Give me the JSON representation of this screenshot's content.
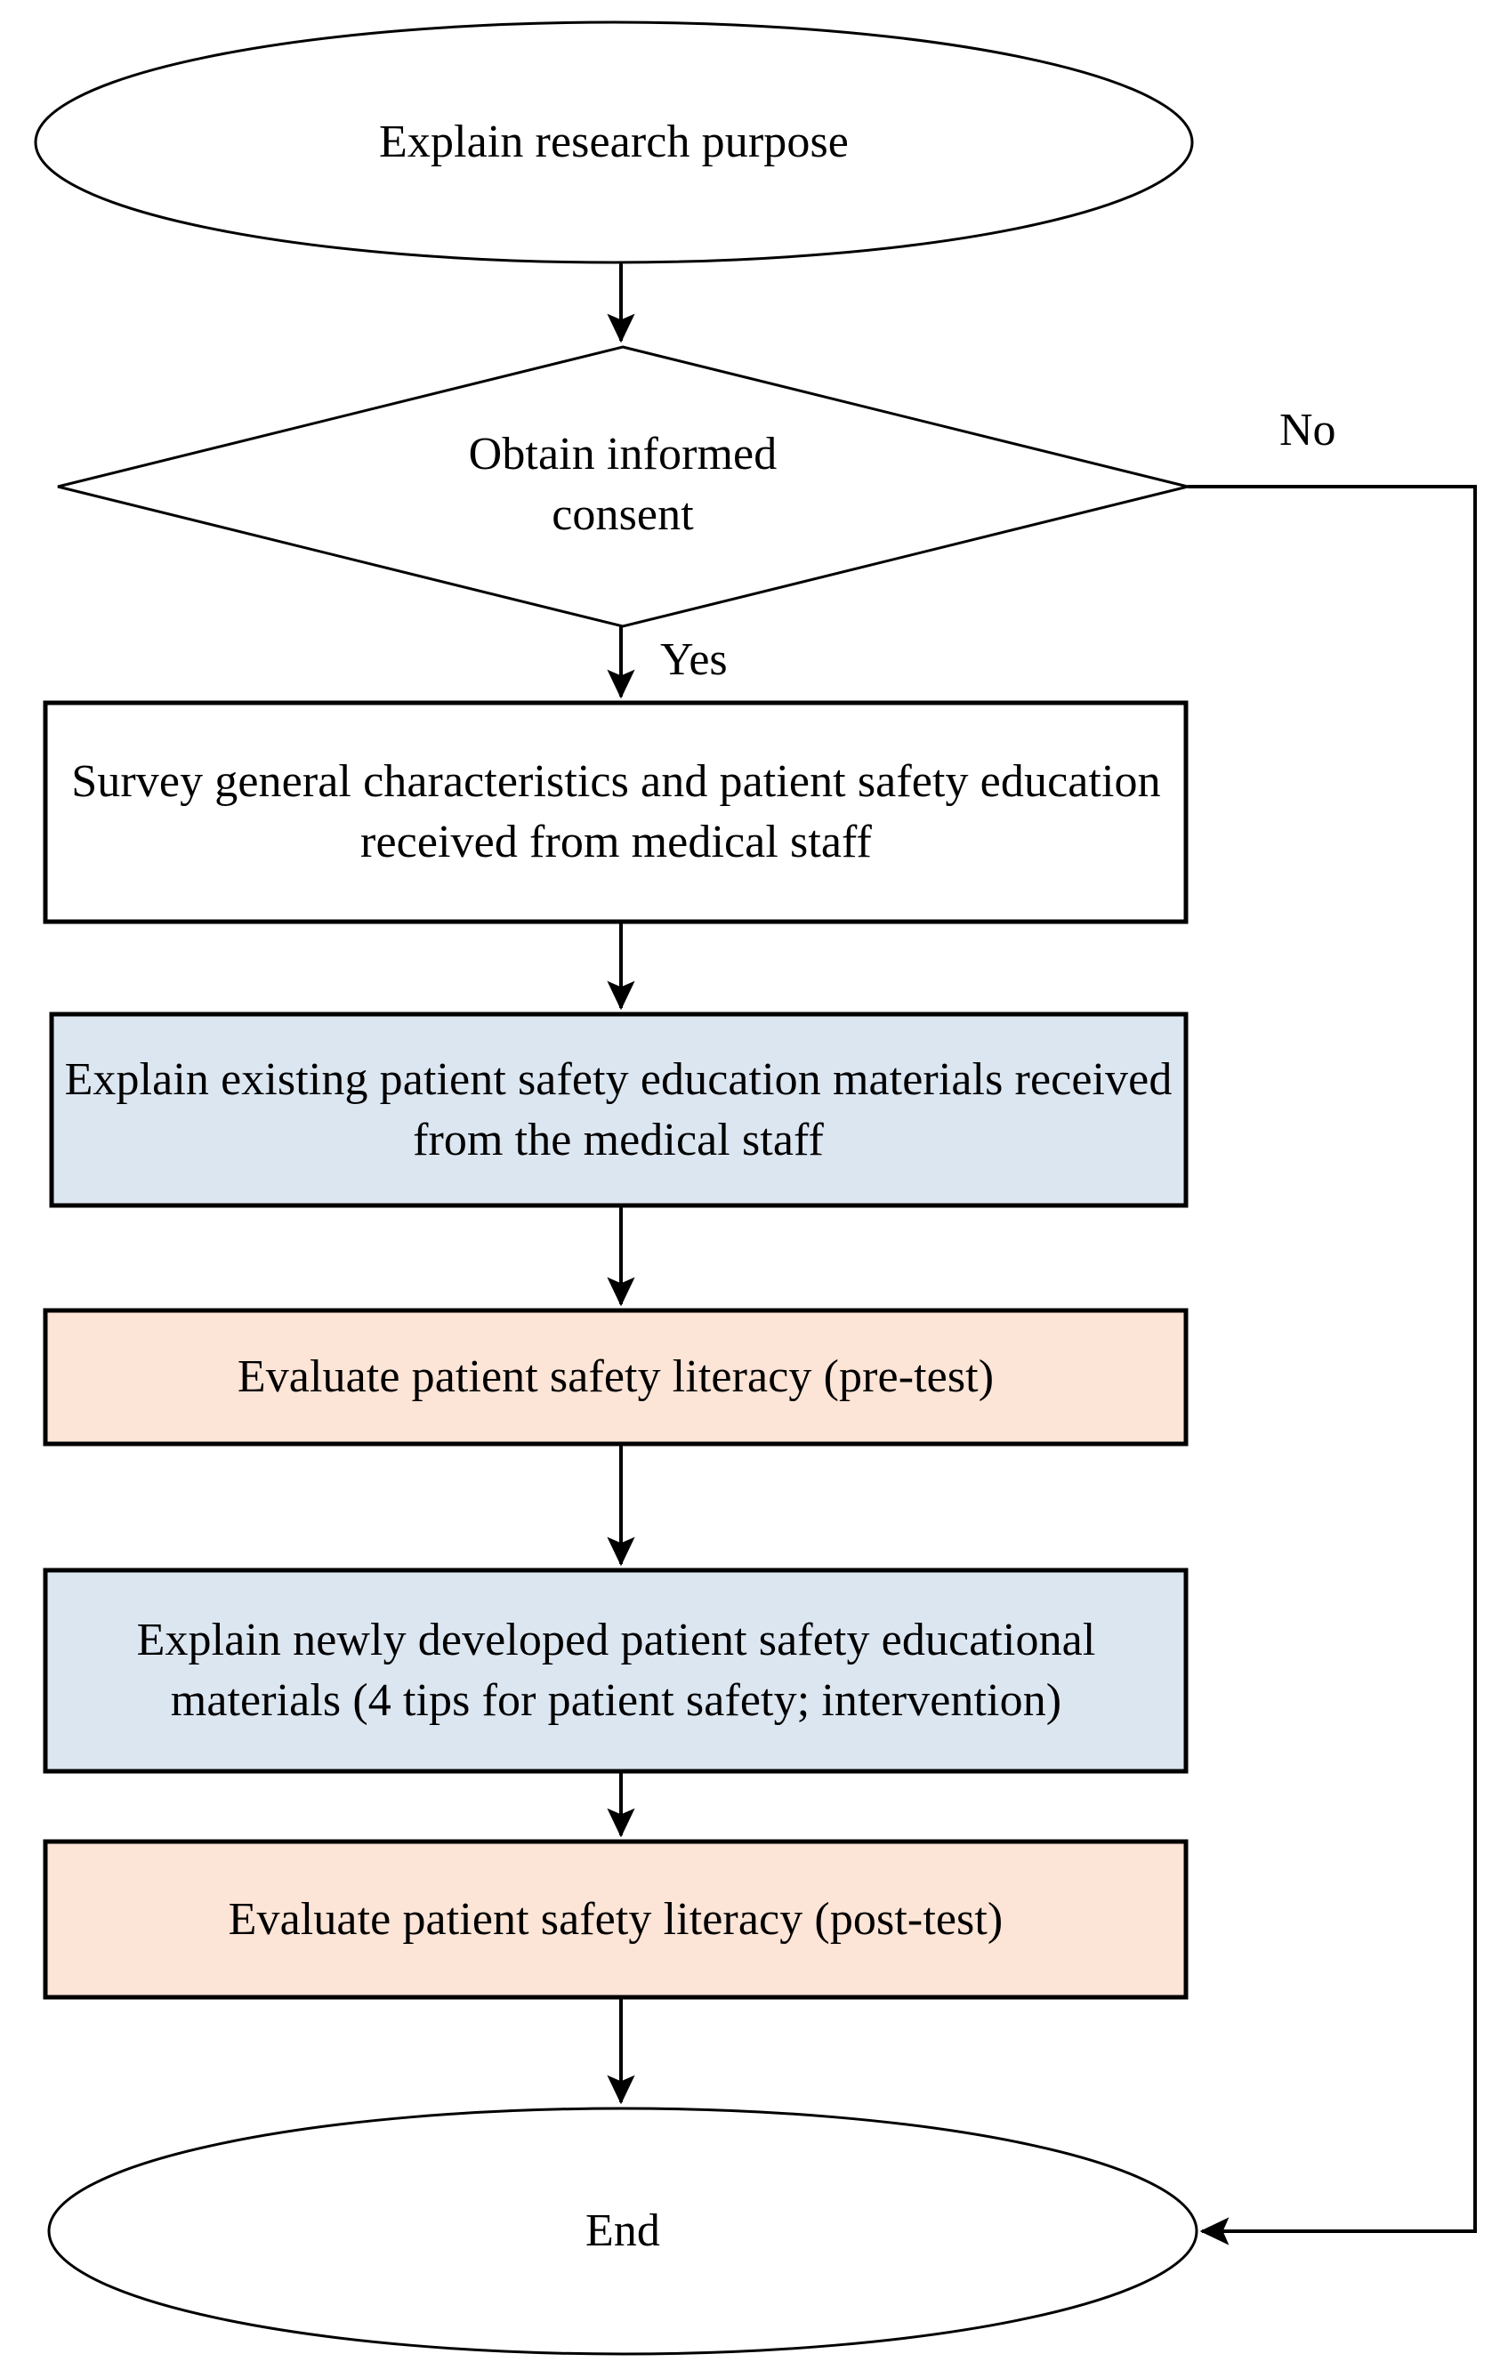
{
  "figure": {
    "type": "flowchart",
    "orientation": "top-to-bottom",
    "background_color": "#ffffff",
    "stroke_color": "#000000",
    "text_color": "#000000"
  },
  "colors": {
    "white_fill": "#ffffff",
    "blue_fill": "#dce6f1",
    "orange_fill": "#fce4d6",
    "outline": "#000000"
  },
  "nodes": [
    {
      "id": "start",
      "shape": "ellipse",
      "fill": "#ffffff",
      "label": "Explain research purpose"
    },
    {
      "id": "consent",
      "shape": "diamond",
      "fill": "#ffffff",
      "label_line_1": "Obtain informed",
      "label_line_2": "consent"
    },
    {
      "id": "survey",
      "shape": "rectangle",
      "fill": "#ffffff",
      "label": "Survey general characteristics and patient safety education received from medical staff"
    },
    {
      "id": "explain-existing",
      "shape": "rectangle",
      "fill": "#dce6f1",
      "label": "Explain existing patient safety education materials received from the medical staff"
    },
    {
      "id": "pre-test",
      "shape": "rectangle",
      "fill": "#fce4d6",
      "label": "Evaluate patient safety literacy (pre-test)"
    },
    {
      "id": "explain-new",
      "shape": "rectangle",
      "fill": "#dce6f1",
      "label": "Explain newly developed patient safety educational materials (4 tips for patient safety; intervention)"
    },
    {
      "id": "post-test",
      "shape": "rectangle",
      "fill": "#fce4d6",
      "label": "Evaluate patient safety literacy (post-test)"
    },
    {
      "id": "end",
      "shape": "ellipse",
      "fill": "#ffffff",
      "label": "End"
    }
  ],
  "edges": [
    {
      "id": "start-to-consent",
      "from": "start",
      "to": "consent",
      "label": ""
    },
    {
      "id": "consent-yes",
      "from": "consent",
      "to": "survey",
      "label": "Yes"
    },
    {
      "id": "consent-no",
      "from": "consent",
      "to": "end",
      "label": "No"
    },
    {
      "id": "survey-to-explain-existing",
      "from": "survey",
      "to": "explain-existing",
      "label": ""
    },
    {
      "id": "explain-existing-to-pre-test",
      "from": "explain-existing",
      "to": "pre-test",
      "label": ""
    },
    {
      "id": "pre-test-to-explain-new",
      "from": "pre-test",
      "to": "explain-new",
      "label": ""
    },
    {
      "id": "explain-new-to-post-test",
      "from": "explain-new",
      "to": "post-test",
      "label": ""
    },
    {
      "id": "post-test-to-end",
      "from": "post-test",
      "to": "end",
      "label": ""
    }
  ]
}
